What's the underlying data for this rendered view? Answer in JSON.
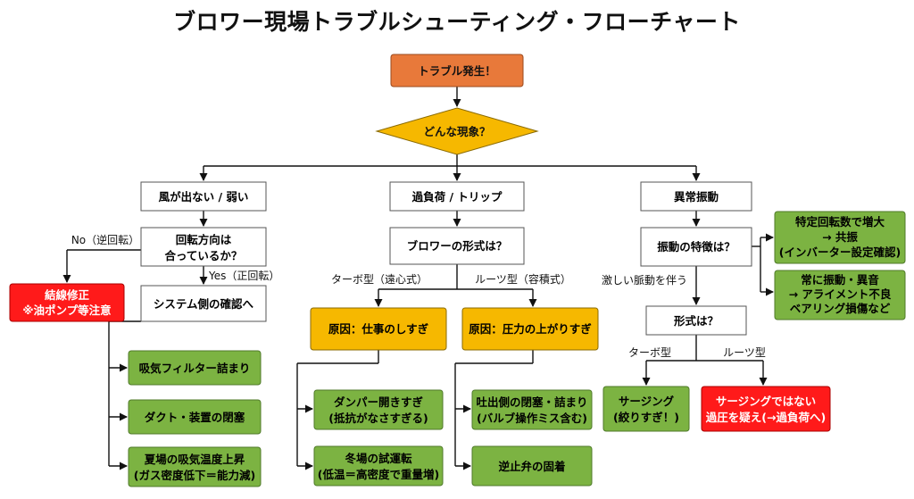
{
  "title": "ブロワー現場トラブルシューティング・フローチャート",
  "start": "トラブル発生！",
  "decision": "どんな現象？",
  "branches": {
    "low_air": "風が出ない / 弱い",
    "overload": "過負荷 / トリップ",
    "vibration": "異常振動"
  },
  "rotation_q": {
    "line1": "回転方向は",
    "line2": "合っているか？"
  },
  "rotation_no": "No（逆回転）",
  "rotation_yes": "Yes（正回転）",
  "wiring_fix": {
    "line1": "結線修正",
    "line2": "※油ポンプ等注意"
  },
  "system_check": "システム側の確認へ",
  "system_causes": [
    {
      "line1": "吸気フィルター詰まり",
      "line2": ""
    },
    {
      "line1": "ダクト・装置の閉塞",
      "line2": ""
    },
    {
      "line1": "夏場の吸気温度上昇",
      "line2": "(ガス密度低下＝能力減)"
    }
  ],
  "type_q": "ブロワーの形式は？",
  "turbo_label": "ターボ型（遠心式）",
  "roots_label": "ルーツ型（容積式）",
  "turbo_cause": "原因：仕事のしすぎ",
  "roots_cause": "原因：圧力の上がりすぎ",
  "turbo_items": [
    {
      "line1": "ダンパー開きすぎ",
      "line2": "(抵抗がなさすぎる)"
    },
    {
      "line1": "冬場の試運転",
      "line2": "(低温＝高密度で重量増)"
    }
  ],
  "roots_items": [
    {
      "line1": "吐出側の閉塞・詰まり",
      "line2": "(バルブ操作ミス含む)"
    },
    {
      "line1": "逆止弁の固着",
      "line2": ""
    }
  ],
  "vib_q": "振動の特徴は？",
  "vib_results": [
    {
      "line1": "特定回転数で増大",
      "line2": "→ 共振",
      "line3": "(インバーター設定確認)"
    },
    {
      "line1": "常に振動・異音",
      "line2": "→ アライメント不良",
      "line3": "ベアリング損傷など"
    }
  ],
  "pulsation_label": "激しい脈動を伴う",
  "form_q": "形式は？",
  "form_turbo_label": "ターボ型",
  "form_roots_label": "ルーツ型",
  "surging": {
    "line1": "サージング",
    "line2": "(絞りすぎ！)"
  },
  "not_surging": {
    "line1": "サージングではない",
    "line2": "過圧を疑え(→過負荷へ)"
  },
  "colors": {
    "start": "#e8793a",
    "decision": "#f6b800",
    "cause": "#f6b800",
    "leaf": "#7cb342",
    "alert": "#ff1a1a"
  }
}
